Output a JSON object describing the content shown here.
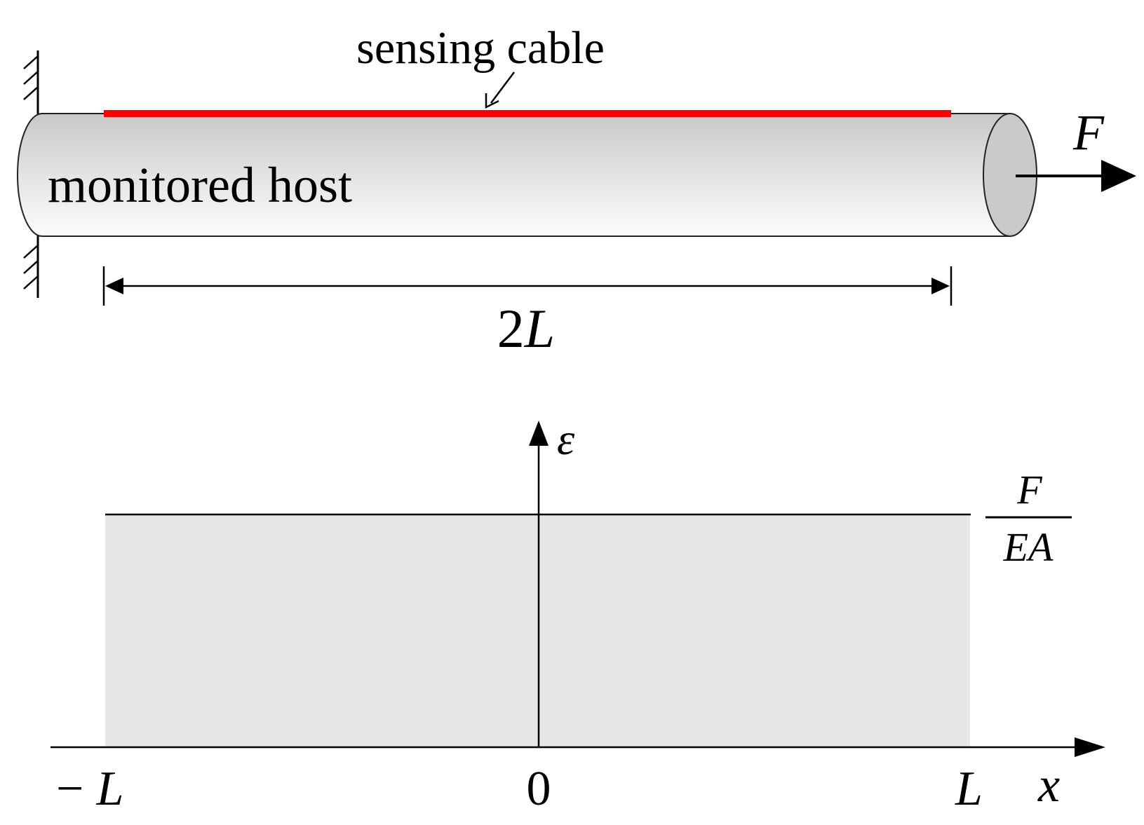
{
  "top": {
    "cable_label": "sensing cable",
    "host_label": "monitored host",
    "force_label": "F",
    "length_label_num": "2",
    "length_label_var": "L"
  },
  "bottom": {
    "y_axis_label": "ε",
    "x_axis_label": "x",
    "tick_left_sign": "−",
    "tick_left_var": "L",
    "tick_zero": "0",
    "tick_right": "L",
    "level_numerator": "F",
    "level_denominator": "EA"
  },
  "colors": {
    "cable": "#ff0000",
    "fill": "#e6e7e6",
    "ink": "#000000"
  }
}
